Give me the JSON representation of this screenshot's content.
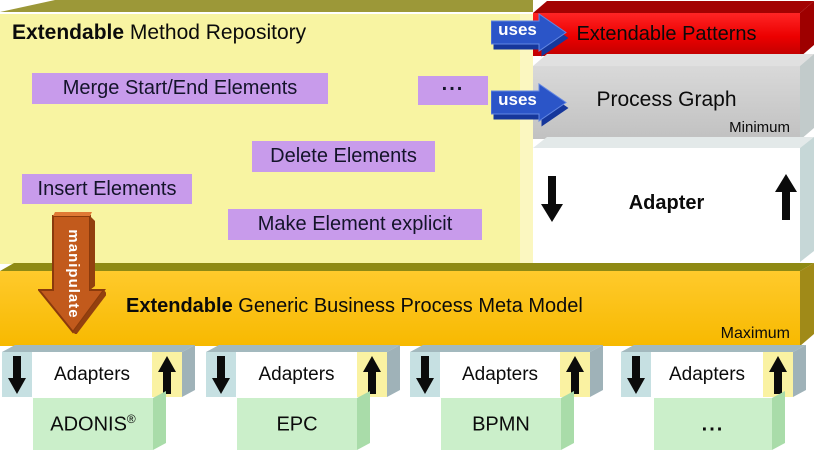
{
  "diagram": {
    "repository": {
      "title": {
        "bold": "Extendable",
        "rest": " Method Repository"
      },
      "operations": {
        "merge": "Merge Start/End Elements",
        "dots": "...",
        "delete": "Delete Elements",
        "insert": "Insert Elements",
        "make_explicit": "Make Element explicit"
      }
    },
    "uses_arrows": {
      "first": "uses",
      "second": "uses"
    },
    "patterns": {
      "label": "Extendable Patterns"
    },
    "process_graph": {
      "label": "Process Graph",
      "annotation": "Minimum"
    },
    "adapter": {
      "label": "Adapter"
    },
    "meta_model": {
      "title": {
        "bold": "Extendable",
        "rest": " Generic Business Process Meta Model"
      },
      "annotation": "Maximum"
    },
    "manipulate": {
      "label": "manipulate"
    },
    "bottom_columns": [
      {
        "adapters_label": "Adapters",
        "tool": "ADONIS",
        "tool_sup": "®"
      },
      {
        "adapters_label": "Adapters",
        "tool": "EPC",
        "tool_sup": ""
      },
      {
        "adapters_label": "Adapters",
        "tool": "BPMN",
        "tool_sup": ""
      },
      {
        "adapters_label": "Adapters",
        "tool": "...",
        "tool_sup": ""
      }
    ],
    "colors": {
      "repository_yellow": "#F8F4A2",
      "operation_purple": "#C89BEB",
      "patterns_red": "#EC0000",
      "process_graph_gray": "#CCCCCC",
      "adapter_white": "#FFFFFF",
      "meta_model_orange": "#FFC310",
      "uses_blue": "#2B55C8",
      "manipulate_orange": "#C25A1C",
      "tool_green": "#CBEFCA"
    }
  }
}
